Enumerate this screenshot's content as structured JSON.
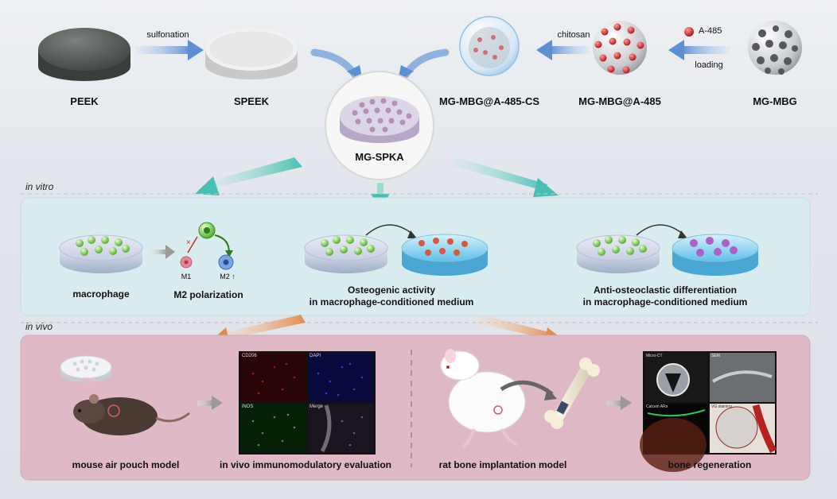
{
  "top": {
    "peek": "PEEK",
    "sulfonation": "sulfonation",
    "speek": "SPEEK",
    "mg_mbg_a485_cs": "MG-MBG@A-485-CS",
    "chitosan": "chitosan",
    "mg_mbg_a485": "MG-MBG@A-485",
    "a485": "A-485",
    "loading": "loading",
    "mg_mbg": "MG-MBG",
    "center": "MG-SPKA"
  },
  "in_vitro": {
    "heading": "in vitro",
    "macrophage": "macrophage",
    "m1": "M1",
    "m2": "M2 ↑",
    "m2_polarization": "M2 polarization",
    "osteogenic_line1": "Osteogenic activity",
    "osteogenic_line2": "in macrophage-conditioned medium",
    "osteoclastic_line1": "Anti-osteoclastic differentiation",
    "osteoclastic_line2": "in macrophage-conditioned medium"
  },
  "in_vivo": {
    "heading": "in vivo",
    "mouse_model": "mouse air pouch model",
    "immuno_eval": "in vivo immunomodulatory evaluation",
    "rat_model": "rat bone implantation model",
    "bone_regen": "bone regeneration",
    "panel_labels": [
      "CD206",
      "DAPI",
      "iNOS",
      "Merge"
    ],
    "regen_labels": [
      "Micro-CT",
      "SEM",
      "Calcein ARs",
      "VG staining"
    ]
  },
  "colors": {
    "in_vitro_panel": "#d9edf1",
    "in_vivo_panel": "#dfb9c6",
    "teal_arrow": "#5cc6bd",
    "orange_arrow": "#e6a06b",
    "blue_arrow": "#6f9fd8"
  }
}
